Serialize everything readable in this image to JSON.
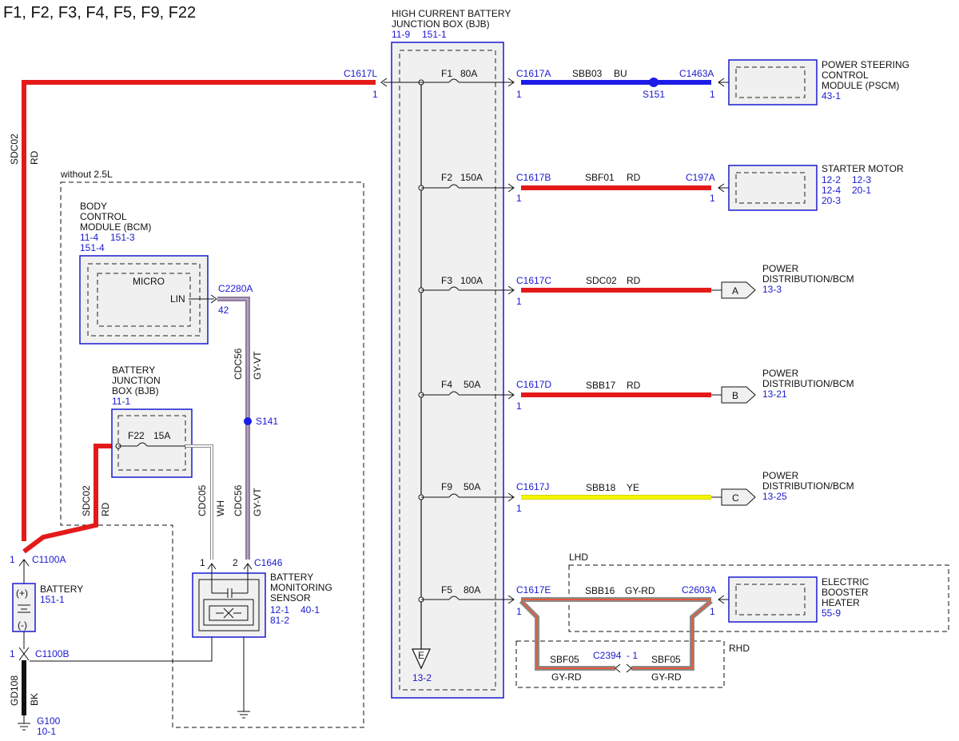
{
  "title": "F1, F2, F3, F4, F5, F9, F22",
  "colors": {
    "rd": "#e41a1a",
    "bu": "#1c1ce6",
    "ye": "#f0f000",
    "gy_vt": "#8f7c9f",
    "gy_rd_outer": "#8a8a8a",
    "gy_rd_inner": "#e45a3a",
    "bk": "#111111",
    "link": "#1a1ad0",
    "box_fill": "#f0f0f0",
    "box_border": "#1a1ad0"
  },
  "bjb_high": {
    "title_line1": "HIGH CURRENT BATTERY",
    "title_line2": "JUNCTION BOX (BJB)",
    "ref1": "11-9",
    "ref2": "151-1",
    "ground_letter": "E",
    "ground_ref": "13-2",
    "fuses": [
      {
        "fuse": "F1",
        "amp": "80A",
        "connector": "C1617A",
        "pin": "1",
        "circuit": "SBB03",
        "color": "BU"
      },
      {
        "fuse": "F2",
        "amp": "150A",
        "connector": "C1617B",
        "pin": "1",
        "circuit": "SBF01",
        "color": "RD"
      },
      {
        "fuse": "F3",
        "amp": "100A",
        "connector": "C1617C",
        "pin": "1",
        "circuit": "SDC02",
        "color": "RD"
      },
      {
        "fuse": "F4",
        "amp": "50A",
        "connector": "C1617D",
        "pin": "1",
        "circuit": "SBB17",
        "color": "RD"
      },
      {
        "fuse": "F9",
        "amp": "50A",
        "connector": "C1617J",
        "pin": "1",
        "circuit": "SBB18",
        "color": "YE"
      },
      {
        "fuse": "F5",
        "amp": "80A",
        "connector": "C1617E",
        "pin": "1",
        "circuit": "SBB16",
        "color": "GY-RD"
      }
    ],
    "left_connector": "C1617L",
    "left_pin": "1"
  },
  "pscm": {
    "name_line1": "POWER STEERING",
    "name_line2": "CONTROL",
    "name_line3": "MODULE (PSCM)",
    "ref": "43-1",
    "connector": "C1463A",
    "pin": "1",
    "splice": "S151"
  },
  "starter": {
    "name": "STARTER MOTOR",
    "ref1": "12-2",
    "ref2": "12-3",
    "ref3": "12-4",
    "ref4": "20-1",
    "ref5": "20-3",
    "connector": "C197A",
    "pin": "1"
  },
  "power_dist": [
    {
      "letter": "A",
      "line1": "POWER",
      "line2": "DISTRIBUTION/BCM",
      "ref": "13-3"
    },
    {
      "letter": "B",
      "line1": "POWER",
      "line2": "DISTRIBUTION/BCM",
      "ref": "13-21"
    },
    {
      "letter": "C",
      "line1": "POWER",
      "line2": "DISTRIBUTION/BCM",
      "ref": "13-25"
    }
  ],
  "heater": {
    "lhd": "LHD",
    "rhd": "RHD",
    "name_line1": "ELECTRIC",
    "name_line2": "BOOSTER",
    "name_line3": "HEATER",
    "ref": "55-9",
    "connector": "C2603A",
    "pin": "1",
    "rhd_connector": "C2394",
    "rhd_pin": "- 1",
    "rhd_circuit_left": "SBF05",
    "rhd_circuit_right": "SBF05",
    "rhd_color_left": "GY-RD",
    "rhd_color_right": "GY-RD"
  },
  "left_wire": {
    "circuit": "SDC02",
    "color": "RD"
  },
  "without_label": "without 2.5L",
  "bcm": {
    "name_line1": "BODY",
    "name_line2": "CONTROL",
    "name_line3": "MODULE (BCM)",
    "ref1": "11-4",
    "ref2": "151-3",
    "ref3": "151-4",
    "micro": "MICRO",
    "lin": "LIN",
    "connector": "C2280A",
    "pin": "42",
    "wire_circuit": "CDC56",
    "wire_color": "GY-VT",
    "splice": "S141"
  },
  "bjb_small": {
    "name_line1": "BATTERY",
    "name_line2": "JUNCTION",
    "name_line3": "BOX (BJB)",
    "ref": "11-1",
    "fuse": "F22",
    "amp": "15A",
    "wire_circuit": "SDC02",
    "wire_color": "RD"
  },
  "sensor": {
    "name_line1": "BATTERY",
    "name_line2": "MONITORING",
    "name_line3": "SENSOR",
    "ref1": "12-1",
    "ref2": "40-1",
    "ref3": "81-2",
    "connector": "C1646",
    "pin1": "1",
    "pin2": "2",
    "wire1_circuit": "CDC05",
    "wire1_color": "WH",
    "wire2_circuit": "CDC56",
    "wire2_color": "GY-VT"
  },
  "battery": {
    "name": "BATTERY",
    "ref": "151-1",
    "plus": "(+)",
    "minus": "(-)",
    "top_connector": "C1100A",
    "top_pin": "1",
    "bottom_connector": "C1100B",
    "bottom_pin": "1",
    "ground_circuit": "GD108",
    "ground_color": "BK",
    "ground_point": "G100",
    "ground_ref": "10-1"
  }
}
